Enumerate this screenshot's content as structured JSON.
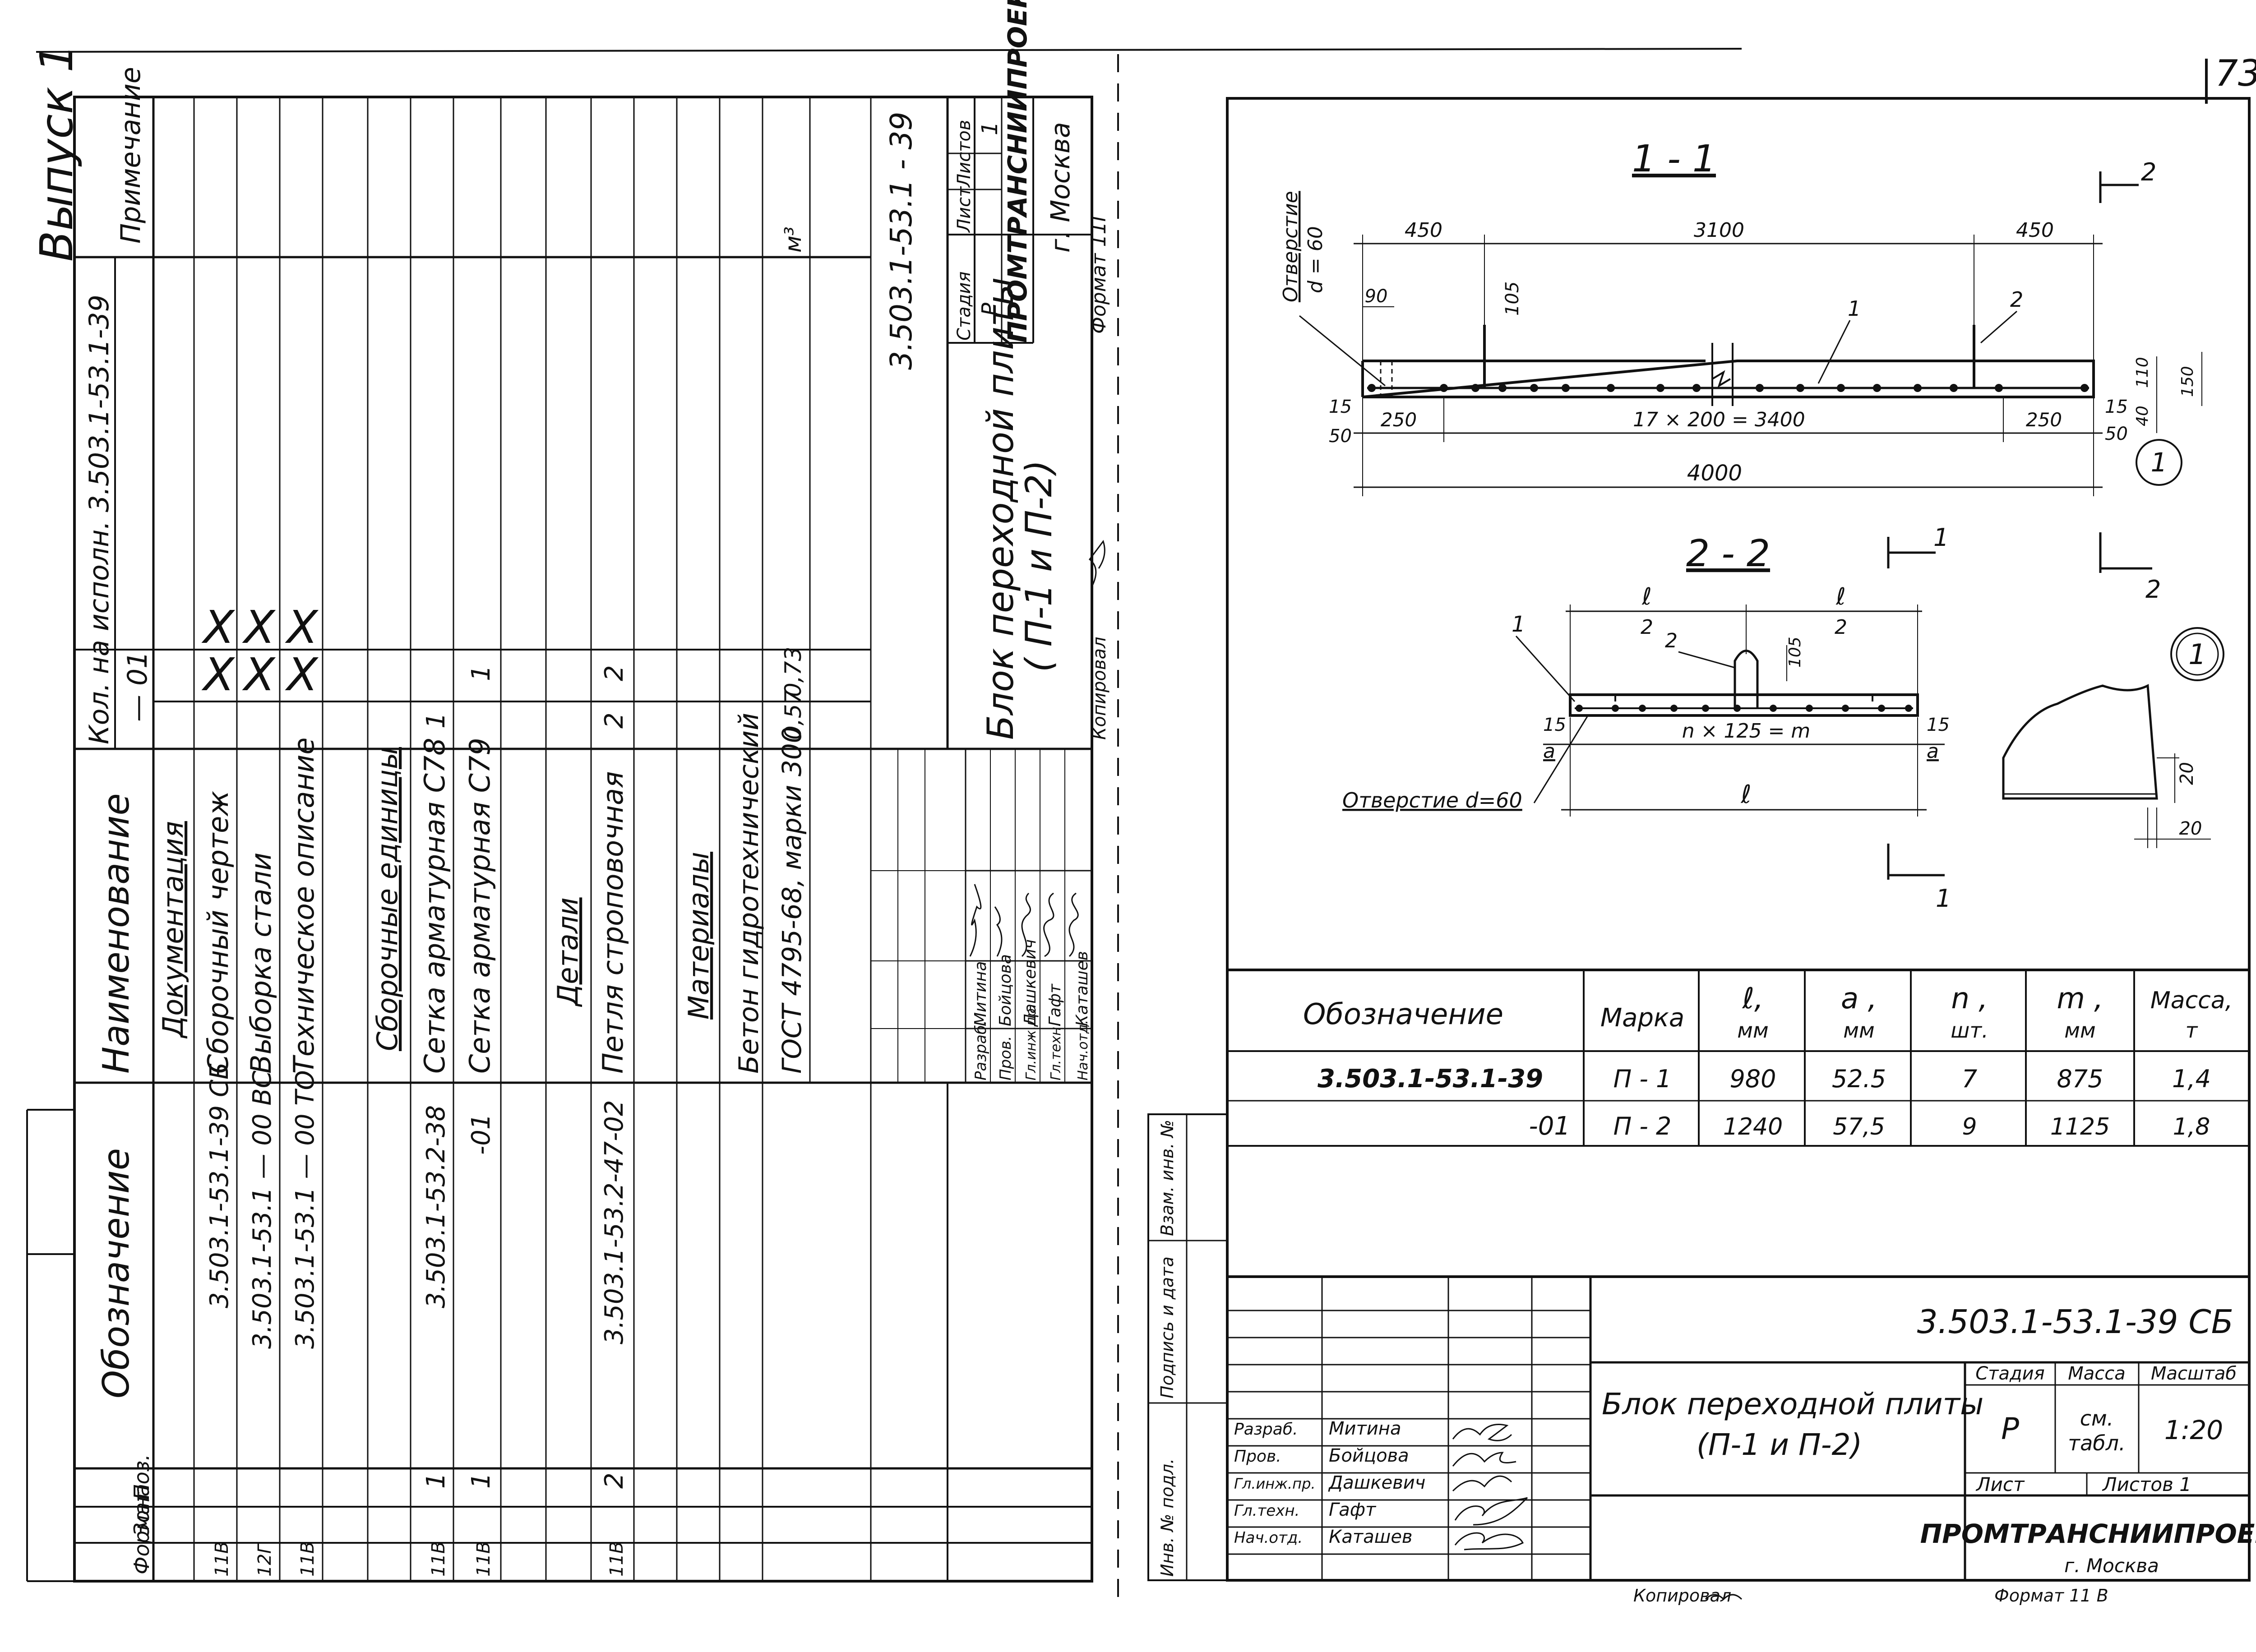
{
  "page_number": "73",
  "left_sheet": {
    "vypusk": "Выпуск 1",
    "spec_header": {
      "format": "Формат",
      "zone": "Зона",
      "pos": "Поз.",
      "designation": "Обозначение",
      "name": "Наименование",
      "qty_for_exec": "Кол. на исполн. 3.503.1-53.1-39",
      "exec_base": "—",
      "exec_01": "01",
      "note": "Примечание"
    },
    "sections": [
      {
        "title": "Документация",
        "rows": [
          {
            "format": "11В",
            "pos": "",
            "designation": "3.503.1-53.1-39 СБ",
            "name": "Сборочный  чертеж",
            "q1": "X",
            "q2": "X",
            "note": ""
          },
          {
            "format": "12Г",
            "pos": "",
            "designation": "3.503.1-53.1 — 00 ВС",
            "name": "Выборка  стали",
            "q1": "X",
            "q2": "X",
            "note": ""
          },
          {
            "format": "11В",
            "pos": "",
            "designation": "3.503.1-53.1 — 00 ТО",
            "name": "Техническое  описание",
            "q1": "X",
            "q2": "X",
            "note": ""
          }
        ]
      },
      {
        "title": "Сборочные единицы",
        "rows": [
          {
            "format": "11В",
            "pos": "1",
            "designation": "3.503.1-53.2-38",
            "name": "Сетка арматурная С78",
            "q1": "1",
            "q2": "",
            "note": ""
          },
          {
            "format": "11В",
            "pos": "1",
            "designation": "-01",
            "name": "Сетка арматурная С79",
            "q1": "",
            "q2": "1",
            "note": ""
          }
        ]
      },
      {
        "title": "Детали",
        "rows": [
          {
            "format": "11В",
            "pos": "2",
            "designation": "3.503.1-53.2-47-02",
            "name": "Петля строповочная",
            "q1": "2",
            "q2": "2",
            "note": ""
          }
        ]
      },
      {
        "title": "Материалы",
        "rows": [
          {
            "format": "",
            "pos": "",
            "designation": "",
            "name": "Бетон гидротехнический",
            "q1": "",
            "q2": "",
            "note": ""
          },
          {
            "format": "",
            "pos": "",
            "designation": "",
            "name": "ГОСТ 4795-68, марки 300",
            "q1": "0,57",
            "q2": "0,73",
            "note": "м³"
          }
        ]
      }
    ],
    "title_block": {
      "doc_code": "3.503.1-53.1 - 39",
      "title_line1": "Блок переходной плиты",
      "title_line2": "( П-1  и  П-2)",
      "stage_label": "Стадия",
      "sheet_label": "Лист",
      "sheets_label": "Листов",
      "stage": "Р",
      "sheets": "1",
      "org": "ПРОМТРАНСНИИПРОЕКТ",
      "city": "г. Москва",
      "format": "Формат  11Г",
      "copied": "Копировал",
      "people": [
        {
          "role": "Разраб.",
          "name": "Митина"
        },
        {
          "role": "Пров.",
          "name": "Бойцова"
        },
        {
          "role": "Гл.инж.пр.",
          "name": "Дашкевич"
        },
        {
          "role": "Гл.техн.",
          "name": "Гафт"
        },
        {
          "role": "Нач.отд.",
          "name": "Каташев"
        }
      ]
    }
  },
  "right_sheet": {
    "section_1_1": {
      "title": "1 - 1",
      "hole_label": "Отверстие",
      "hole_d": "d = 60",
      "dims": {
        "left": "450",
        "mid": "3100",
        "right": "450",
        "d90": "90",
        "d105": "105",
        "d15l": "15",
        "d50l": "50",
        "d250l": "250",
        "pitch": "17 × 200 = 3400",
        "d250r": "250",
        "d15r": "15",
        "d50r": "50",
        "d40": "40",
        "d110": "110",
        "d150": "150",
        "total": "4000"
      },
      "leader_1": "1",
      "leader_2": "2",
      "cut": "2",
      "callout": "1"
    },
    "section_2_2": {
      "title": "2 - 2",
      "l_half_left_num": "ℓ",
      "l_half_left_den": "2",
      "l_half_right_num": "ℓ",
      "l_half_right_den": "2",
      "d105": "105",
      "leader_1": "1",
      "leader_2": "2",
      "d15l": "15",
      "a_l": "a",
      "pitch": "n × 125 = m",
      "d15r": "15",
      "a_r": "a",
      "l_total": "ℓ",
      "hole": "Отверстие d=60",
      "cut": "1"
    },
    "detail_1": {
      "callout": "1",
      "d20a": "20",
      "d20b": "20"
    },
    "table": {
      "headers": [
        "Обозначение",
        "Марка",
        "ℓ,",
        "a ,",
        "n ,",
        "m ,",
        "Масса,"
      ],
      "units": [
        "",
        "",
        "мм",
        "мм",
        "шт.",
        "мм",
        "т"
      ],
      "rows": [
        [
          "3.503.1-53.1-39",
          "П - 1",
          "980",
          "52.5",
          "7",
          "875",
          "1,4"
        ],
        [
          "-01",
          "П - 2",
          "1240",
          "57,5",
          "9",
          "1125",
          "1,8"
        ]
      ]
    },
    "title_block": {
      "doc_code": "3.503.1-53.1-39 СБ",
      "title_line1": "Блок переходной плиты",
      "title_line2": "(П-1 и П-2)",
      "stage_label": "Стадия",
      "mass_label": "Масса",
      "scale_label": "Масштаб",
      "stage": "Р",
      "mass_line1": "см.",
      "mass_line2": "табл.",
      "scale": "1:20",
      "sheet_label": "Лист",
      "sheets_label": "Листов 1",
      "org": "ПРОМТРАНСНИИПРОЕКТ",
      "city": "г. Москва",
      "copied": "Копировал",
      "format": "Формат 11 В",
      "side_labels": [
        "Инв. № подл.",
        "Подпись и дата",
        "Взам. инв. №"
      ],
      "people": [
        {
          "role": "Разраб.",
          "name": "Митина"
        },
        {
          "role": "Пров.",
          "name": "Бойцова"
        },
        {
          "role": "Гл.инж.пр.",
          "name": "Дашкевич"
        },
        {
          "role": "Гл.техн.",
          "name": "Гафт"
        },
        {
          "role": "Нач.отд.",
          "name": "Каташев"
        }
      ]
    }
  }
}
